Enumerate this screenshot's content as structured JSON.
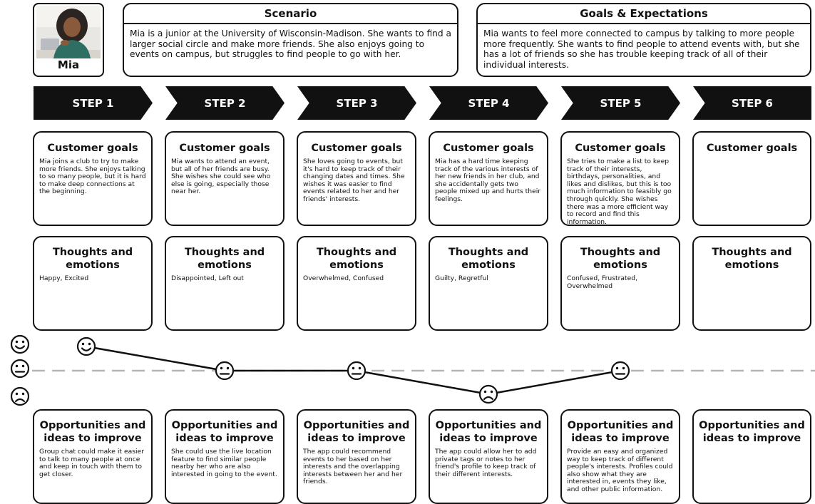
{
  "persona": {
    "name": "Mia"
  },
  "scenario": {
    "title": "Scenario",
    "text": "Mia is a junior at the University of Wisconsin-Madison. She wants to find a larger social circle and make more friends. She also enjoys going to events on campus, but struggles to find people to go with her."
  },
  "goals_expectations": {
    "title": "Goals & Expectations",
    "text": "Mia wants to feel more connected to campus by talking to more people more frequently. She wants to find people to attend events with, but she has a lot of friends so she has trouble keeping track of all of their individual interests."
  },
  "labels": {
    "goals": "Customer goals",
    "thoughts": "Thoughts and emotions",
    "opportunities": "Opportunities and ideas to improve"
  },
  "steps": [
    {
      "label": "STEP 1",
      "goal": "Mia joins a club to try to make more friends. She enjoys talking to so many people, but it is hard to make deep connections at the beginning.",
      "emotion": "Happy, Excited",
      "opportunity": "Group chat could make it easier to talk to many people at once and keep in touch with them to get closer.",
      "mood": "happy"
    },
    {
      "label": "STEP 2",
      "goal": "Mia wants to attend an event, but all of her friends are busy. She wishes she could see who else is going, especially those near her.",
      "emotion": "Disappointed, Left out",
      "opportunity": "She could use the live location feature to find similar people nearby her who are also interested in going to the event.",
      "mood": "neutral"
    },
    {
      "label": "STEP 3",
      "goal": "She loves going to events, but it's hard to keep track of their changing dates and times. She wishes it was easier to find events related to her and her friends' interests.",
      "emotion": "Overwhelmed, Confused",
      "opportunity": "The app could recommend events to her based on her interests and the overlapping interests between her and her friends.",
      "mood": "neutral"
    },
    {
      "label": "STEP 4",
      "goal": "Mia has a hard time keeping track of the various interests of her new friends in her club, and she accidentally gets two people mixed up and hurts their feelings.",
      "emotion": "Guilty, Regretful",
      "opportunity": "The app could allow her to add private tags or notes to her friend's profile to keep track of their different interests.",
      "mood": "sad"
    },
    {
      "label": "STEP 5",
      "goal": "She tries to make a list to keep track of their interests, birthdays, personalities, and likes and dislikes, but this is too much information to feasibly go through quickly. She wishes there was a more efficient way to record and find this information.",
      "emotion": "Confused, Frustrated, Overwhelmed",
      "opportunity": "Provide an easy and organized way to keep track of different people's interests. Profiles could also show what they are interested in, events they like, and other public information.",
      "mood": "neutral"
    },
    {
      "label": "STEP 6",
      "goal": "",
      "emotion": "",
      "opportunity": "",
      "mood": null
    }
  ],
  "colors": {
    "ink": "#111111",
    "dashed_line": "#b5b5b5",
    "background": "#ffffff"
  },
  "icons": {
    "scale": [
      "happy-face-icon",
      "neutral-face-icon",
      "sad-face-icon"
    ],
    "persona_photo": "persona-photo"
  }
}
